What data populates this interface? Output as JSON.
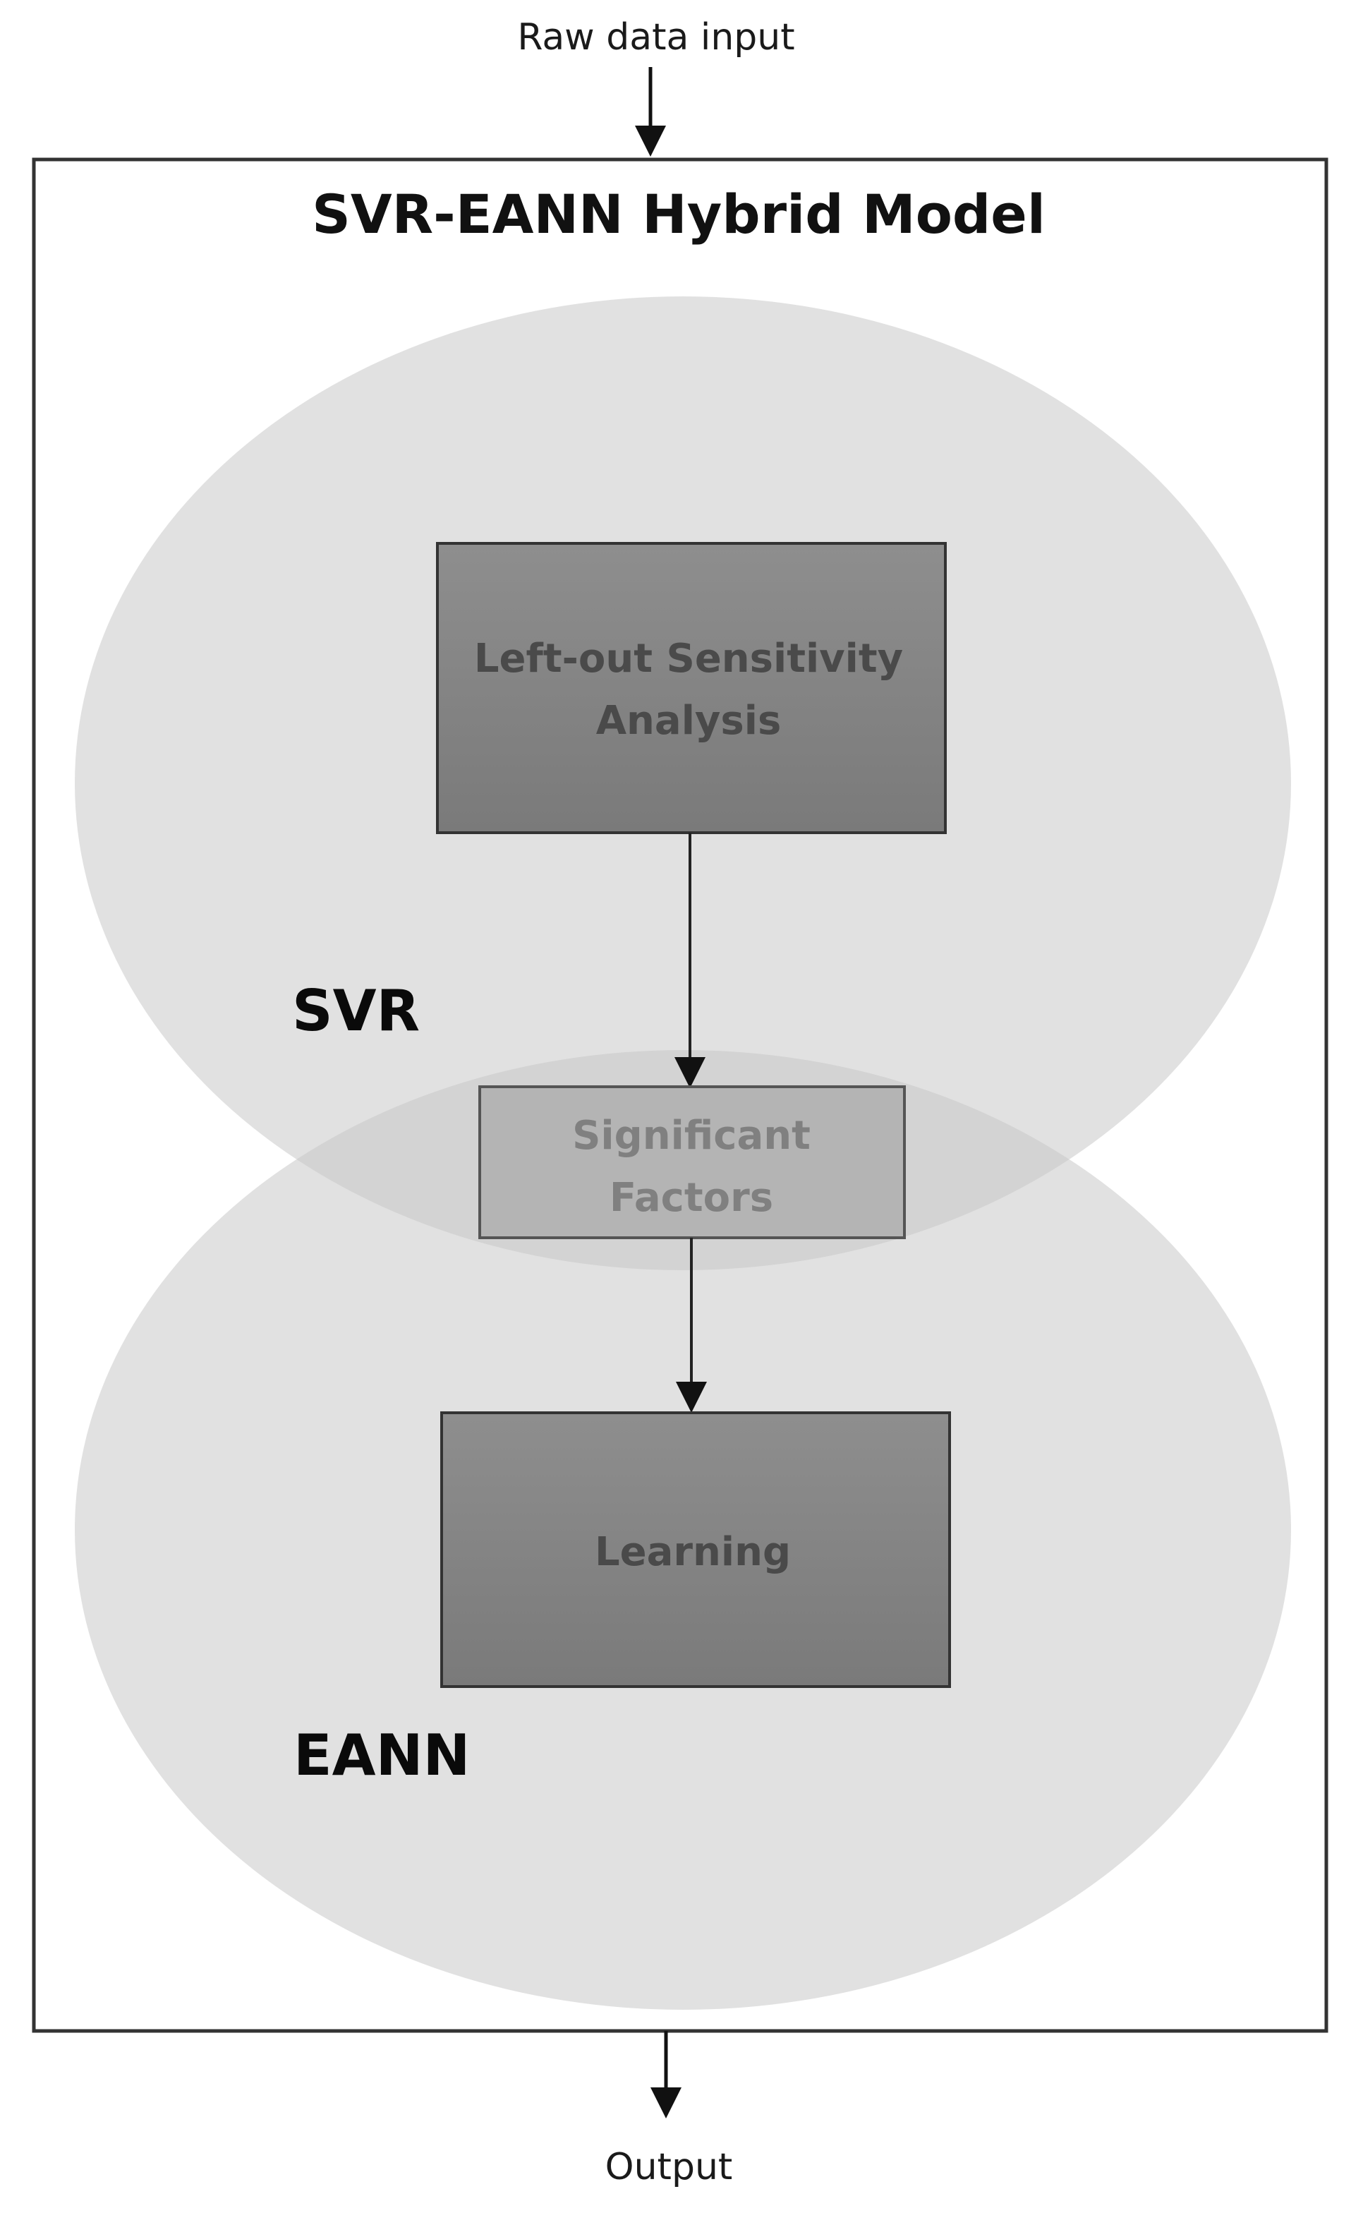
{
  "diagram": {
    "input_label": "Raw data input",
    "title": "SVR-EANN Hybrid Model",
    "regions": {
      "svr": "SVR",
      "eann": "EANN"
    },
    "boxes": {
      "sensitivity_line1": "Left-out Sensitivity",
      "sensitivity_line2": "Analysis",
      "factors_line1": "Significant",
      "factors_line2": "Factors",
      "learning": "Learning"
    },
    "output_label": "Output"
  }
}
